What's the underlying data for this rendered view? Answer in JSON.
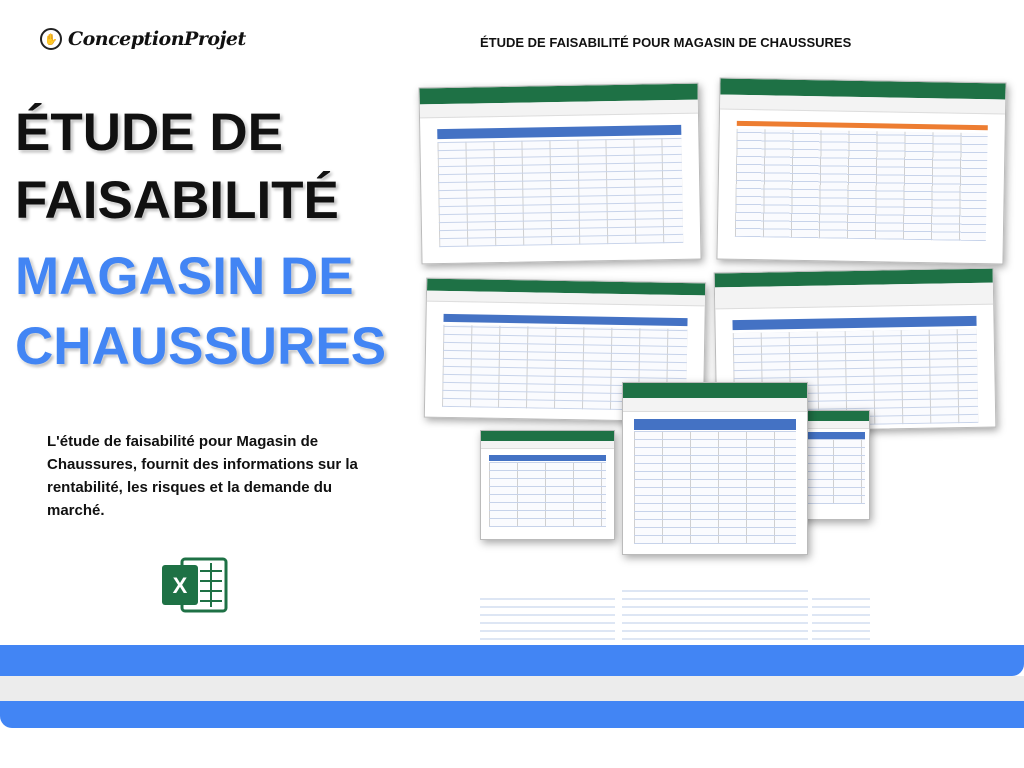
{
  "brand": {
    "name": "ConceptionProjet"
  },
  "header": {
    "title": "ÉTUDE DE FAISABILITÉ POUR MAGASIN DE CHAUSSURES"
  },
  "hero": {
    "line1": "ÉTUDE DE",
    "line2": "FAISABILITÉ",
    "line3": "MAGASIN DE",
    "line4": "CHAUSSURES"
  },
  "description": "L'étude de faisabilité pour Magasin de Chaussures, fournit des informations sur la rentabilité, les risques et la demande du marché.",
  "icons": {
    "app": "excel-icon"
  },
  "colors": {
    "accent": "#4285f4",
    "band_gray": "#ececec",
    "excel_green": "#1e7145"
  }
}
